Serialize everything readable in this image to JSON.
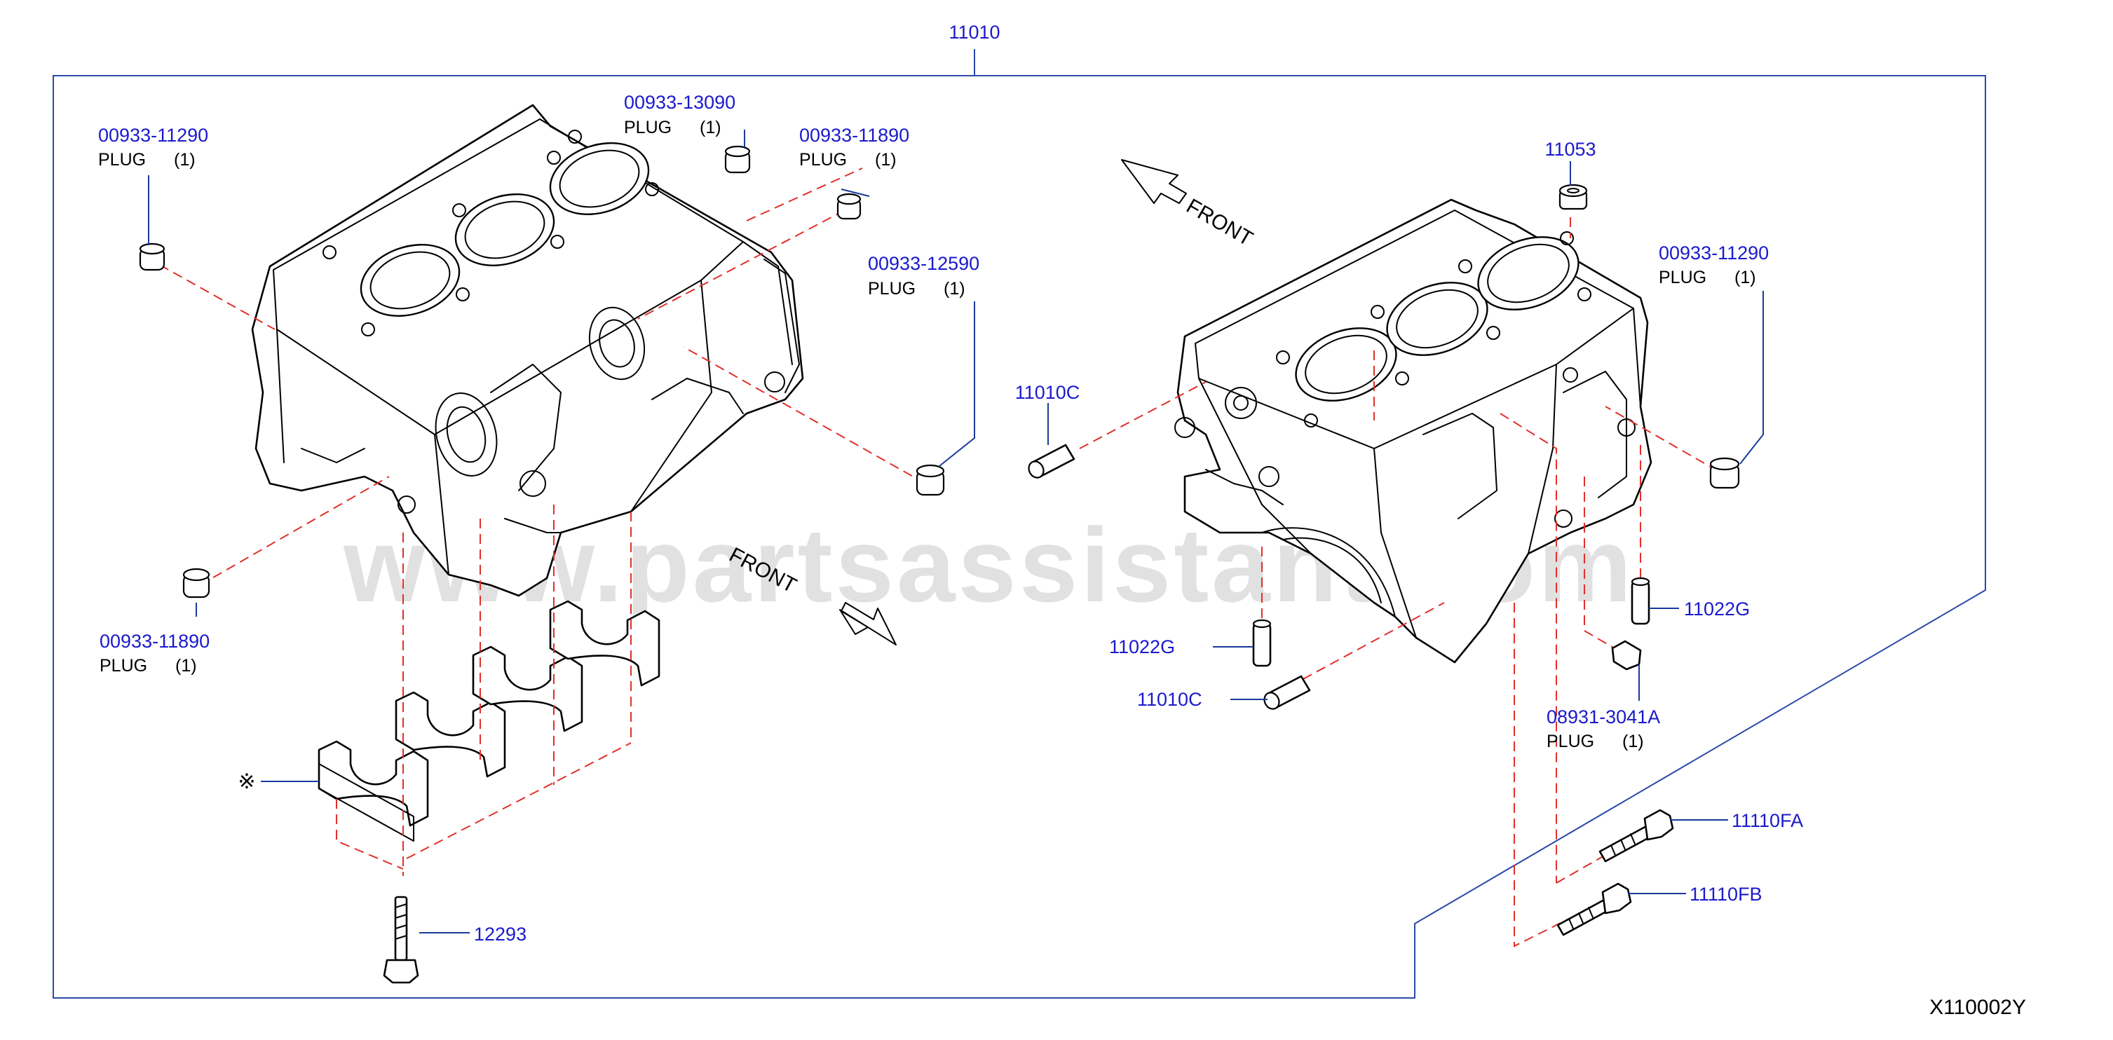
{
  "assembly": {
    "part_number": "11010"
  },
  "callouts": [
    {
      "id": "plug-a",
      "part_number": "00933-13090",
      "description": "PLUG",
      "qty": "(1)"
    },
    {
      "id": "plug-b",
      "part_number": "00933-11290",
      "description": "PLUG",
      "qty": "(1)"
    },
    {
      "id": "plug-c",
      "part_number": "00933-11890",
      "description": "PLUG",
      "qty": "(1)"
    },
    {
      "id": "plug-d",
      "part_number": "00933-12590",
      "description": "PLUG",
      "qty": "(1)"
    },
    {
      "id": "plug-e",
      "part_number": "00933-11890",
      "description": "PLUG",
      "qty": "(1)"
    },
    {
      "id": "plug-f",
      "part_number": "00933-11290",
      "description": "PLUG",
      "qty": "(1)"
    },
    {
      "id": "plug-g",
      "part_number": "08931-3041A",
      "description": "PLUG",
      "qty": "(1)"
    },
    {
      "id": "pin-11053",
      "part_number": "11053"
    },
    {
      "id": "dowel-11010c-top",
      "part_number": "11010C"
    },
    {
      "id": "dowel-11010c-bottom",
      "part_number": "11010C"
    },
    {
      "id": "dowel-11022g-left",
      "part_number": "11022G"
    },
    {
      "id": "dowel-11022g-right",
      "part_number": "11022G"
    },
    {
      "id": "bolt-12293",
      "part_number": "12293"
    },
    {
      "id": "bolt-11110fa",
      "part_number": "11110FA"
    },
    {
      "id": "bolt-11110fb",
      "part_number": "11110FB"
    }
  ],
  "front_labels": [
    "FRONT",
    "FRONT"
  ],
  "bearing_cap_symbol": "※",
  "watermark": "www.partsassistant.com",
  "diagram_code": "X110002Y",
  "colors": {
    "part_number": "#1a1acc",
    "dashed_line": "#e0302a",
    "frame": "#2a4aa8"
  }
}
